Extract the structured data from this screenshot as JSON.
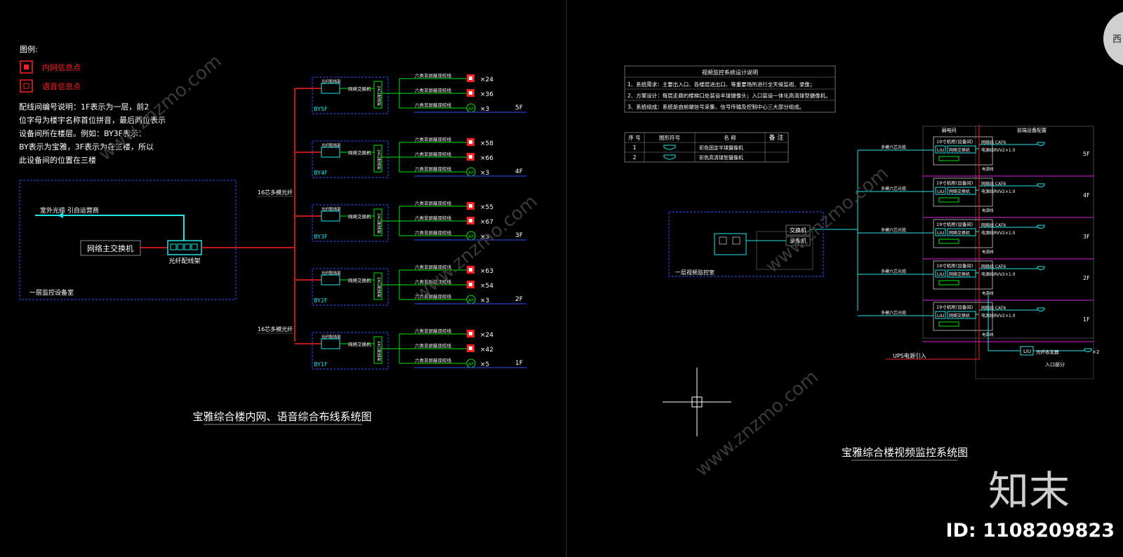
{
  "legend": {
    "title": "图例:",
    "items": [
      "内网信息点",
      "语音信息点"
    ],
    "note": [
      "配线间编号说明：1F表示为一层，前2",
      "位字母为楼宇名称首位拼音，最后两位表示",
      "设备间所在楼层。例如：BY3F表示：",
      "BY表示为宝雅，3F表示为在三楼，所以",
      "此设备间的位置在三楼"
    ]
  },
  "left_diagram": {
    "outdoor_label": "室外光缆  引自运营商",
    "main_switch": "网络主交换机",
    "odf_label": "光纤配线架",
    "room_label": "一层监控设备室",
    "trunk_labels": [
      "16芯多模光纤",
      "16芯多模光纤"
    ],
    "box_odf": "光纤配线架",
    "box_switch": "网络交换机",
    "box_patch": "24口配线架",
    "cable_label": "六类非屏蔽双绞线",
    "ap_symbol": "AP",
    "floors": [
      {
        "code": "BY5F",
        "floor": "5F",
        "counts": [
          "×24",
          "×36",
          "×3"
        ]
      },
      {
        "code": "BY4F",
        "floor": "4F",
        "counts": [
          "×58",
          "×66",
          "×3"
        ]
      },
      {
        "code": "BY3F",
        "floor": "3F",
        "counts": [
          "×55",
          "×67",
          "×3"
        ]
      },
      {
        "code": "BY2F",
        "floor": "2F",
        "counts": [
          "×63",
          "×54",
          "×3"
        ]
      },
      {
        "code": "BY1F",
        "floor": "1F",
        "counts": [
          "×24",
          "×42",
          "×5"
        ]
      }
    ],
    "title": "宝雅综合楼内网、语音综合布线系统图"
  },
  "right_diagram": {
    "desc_title": "视频监控系统设计说明",
    "desc_lines": [
      "1、系统需求：主要出入口、各楼层进出口、等重要场所进行全天候监视、录像；",
      "2、方案设计：每层走廊的楼梯口处装设半球摄像头；入口装设一体化高清球型摄像机。",
      "3、系统组成：系统是由前端信号采集、信号传输及控制中心三大部分组成。"
    ],
    "table_headers": [
      "序 号",
      "图形符号",
      "名    称",
      "备 注"
    ],
    "table_rows": [
      {
        "no": "1",
        "name": "彩色固定半球摄像机"
      },
      {
        "no": "2",
        "name": "彩色高清球型摄像机"
      }
    ],
    "room_label": "一层视频监控室",
    "switch_label": "交换机",
    "nvr_label": "录像机",
    "col_headers": [
      "弱电间",
      "前端设备配置"
    ],
    "rack_label": "19寸机柜(设备间)",
    "liu": "LIU",
    "net_switch": "网络交换机",
    "cat6": "网络线 CAT6",
    "power_cable": "电源线RVV2×1.0",
    "power_label": "电源线",
    "fiber_label": "多模六芯光缆",
    "floors": [
      "5F",
      "4F",
      "3F",
      "2F",
      "1F"
    ],
    "ups": "UPS电源引入",
    "entry_liu": "LIU",
    "entry_transceiver": "光纤收发器",
    "entry_label": "入口部分",
    "entry_count": "×2",
    "title": "宝雅综合楼视频监控系统图"
  },
  "watermark": {
    "brand": "知末",
    "id": "ID: 1108209823",
    "site": "www.znzmo.com",
    "corner": "西"
  }
}
